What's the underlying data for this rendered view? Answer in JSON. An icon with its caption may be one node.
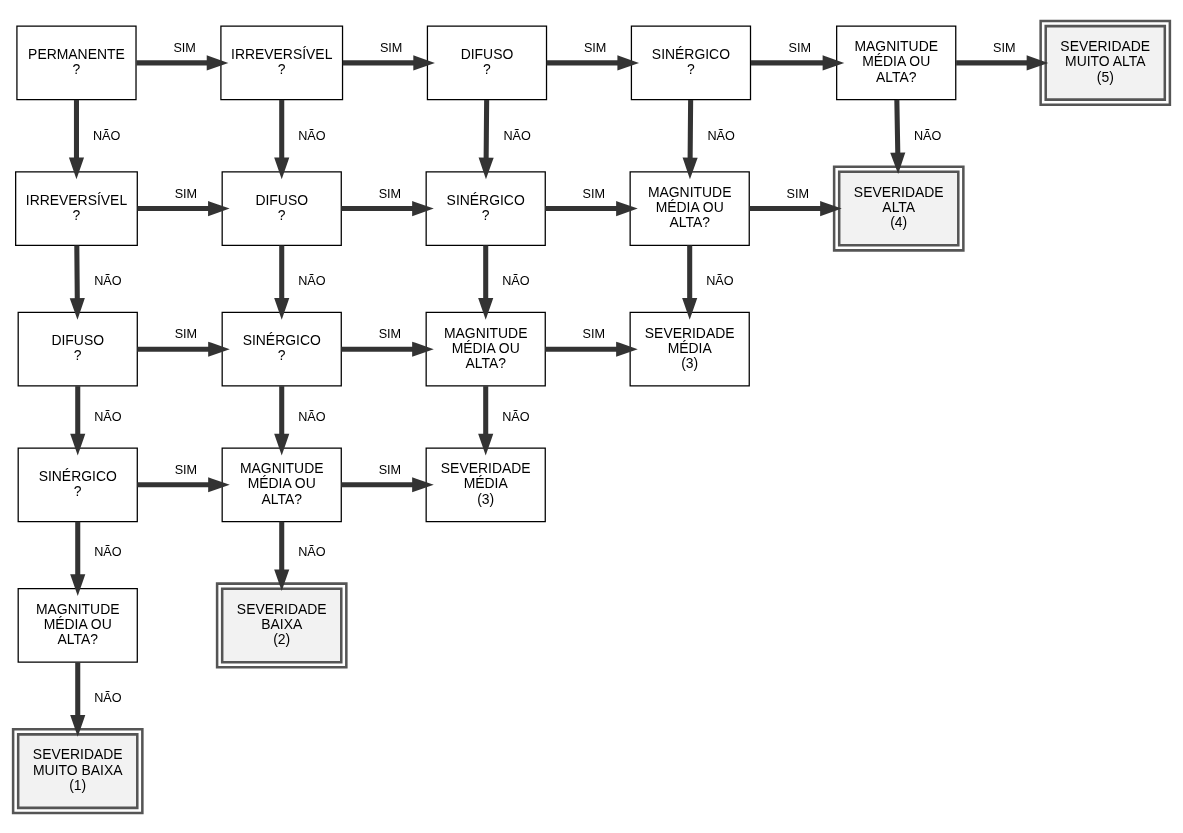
{
  "diagram": {
    "nodes": [
      {
        "text": [
          "PERMANENTE",
          "?"
        ]
      },
      {
        "text": [
          "IRREVERSÍVEL",
          "?"
        ]
      },
      {
        "text": [
          "DIFUSO",
          "?"
        ]
      },
      {
        "text": [
          "SINÉRGICO",
          "?"
        ]
      },
      {
        "text": [
          "MAGNITUDE MÉDIA OU ALTA?"
        ]
      },
      {
        "text": [
          "SEVERIDADE MUITO ALTA",
          "(5)"
        ]
      },
      {
        "text": [
          "IRREVERSÍVEL",
          "?"
        ]
      },
      {
        "text": [
          "DIFUSO",
          "?"
        ]
      },
      {
        "text": [
          "SINÉRGICO",
          "?"
        ]
      },
      {
        "text": [
          "MAGNITUDE MÉDIA OU ALTA?"
        ]
      },
      {
        "text": [
          "SEVERIDADE ALTA",
          "(4)"
        ]
      },
      {
        "text": [
          "DIFUSO",
          "?"
        ]
      },
      {
        "text": [
          "SINÉRGICO",
          "?"
        ]
      },
      {
        "text": [
          "MAGNITUDE MÉDIA OU ALTA?"
        ]
      },
      {
        "text": [
          "SEVERIDADE MÉDIA",
          "(3)"
        ]
      },
      {
        "text": [
          "SINÉRGICO",
          "?"
        ]
      },
      {
        "text": [
          "MAGNITUDE MÉDIA OU ALTA?"
        ]
      },
      {
        "text": [
          "SEVERIDADE MÉDIA",
          "(3)"
        ]
      },
      {
        "text": [
          "MAGNITUDE MÉDIA OU ALTA?"
        ]
      },
      {
        "text": [
          "SEVERIDADE BAIXA",
          "(2)"
        ]
      },
      {
        "text": [
          "SEVERIDADE MUITO BAIXA",
          "(1)"
        ]
      }
    ],
    "edges": [
      {
        "from": 0,
        "to": 1,
        "arrow": "to",
        "label": "SIM"
      },
      {
        "from": 1,
        "to": 2,
        "arrow": "to",
        "label": "SIM"
      },
      {
        "from": 2,
        "to": 3,
        "arrow": "to",
        "label": "SIM"
      },
      {
        "from": 3,
        "to": 4,
        "arrow": "to",
        "label": "SIM"
      },
      {
        "from": 4,
        "to": 5,
        "arrow": "to",
        "label": "SIM"
      },
      {
        "from": 0,
        "to": 6,
        "arrow": "to",
        "label": "NÃO"
      },
      {
        "from": 1,
        "to": 7,
        "arrow": "to",
        "label": "NÃO"
      },
      {
        "from": 2,
        "to": 8,
        "arrow": "to",
        "label": "NÃO"
      },
      {
        "from": 3,
        "to": 9,
        "arrow": "to",
        "label": "NÃO"
      },
      {
        "from": 4,
        "to": 10,
        "arrow": "to",
        "label": "NÃO"
      },
      {
        "from": 6,
        "to": 7,
        "arrow": "to",
        "label": "SIM"
      },
      {
        "from": 7,
        "to": 8,
        "arrow": "to",
        "label": "SIM"
      },
      {
        "from": 8,
        "to": 9,
        "arrow": "to",
        "label": "SIM"
      },
      {
        "from": 9,
        "to": 10,
        "arrow": "to",
        "label": "SIM"
      },
      {
        "from": 6,
        "to": 11,
        "arrow": "to",
        "label": "NÃO"
      },
      {
        "from": 7,
        "to": 12,
        "arrow": "to",
        "label": "NÃO"
      },
      {
        "from": 8,
        "to": 13,
        "arrow": "to",
        "label": "NÃO"
      },
      {
        "from": 9,
        "to": 14,
        "arrow": "to",
        "label": "NÃO"
      },
      {
        "from": 11,
        "to": 12,
        "arrow": "to",
        "label": "SIM"
      },
      {
        "from": 12,
        "to": 13,
        "arrow": "to",
        "label": "SIM"
      },
      {
        "from": 13,
        "to": 14,
        "arrow": "to",
        "label": "SIM"
      },
      {
        "from": 11,
        "to": 15,
        "arrow": "to",
        "label": "NÃO"
      },
      {
        "from": 12,
        "to": 16,
        "arrow": "to",
        "label": "NÃO"
      },
      {
        "from": 13,
        "to": 17,
        "arrow": "to",
        "label": "NÃO"
      },
      {
        "from": 15,
        "to": 16,
        "arrow": "to",
        "label": "SIM"
      },
      {
        "from": 16,
        "to": 17,
        "arrow": "to",
        "label": "SIM"
      },
      {
        "from": 15,
        "to": 18,
        "arrow": "to",
        "label": "NÃO"
      },
      {
        "from": 16,
        "to": 19,
        "arrow": "to",
        "label": "NÃO"
      },
      {
        "from": 18,
        "to": 20,
        "arrow": "to",
        "label": "NÃO"
      }
    ]
  }
}
